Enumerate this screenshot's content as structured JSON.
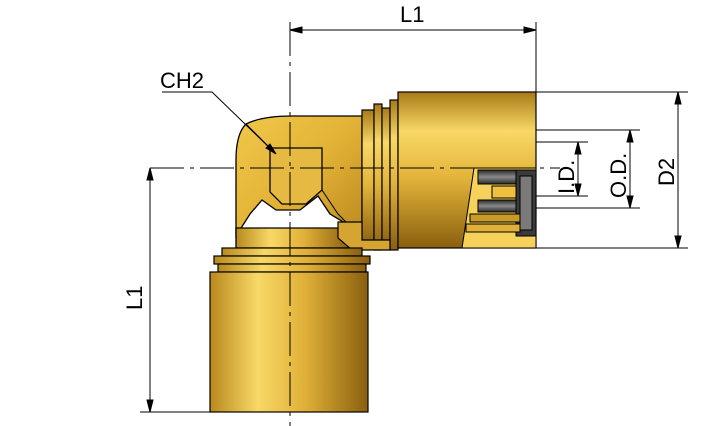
{
  "labels": {
    "length_top": "L1",
    "length_left": "L1",
    "hex_size": "CH2",
    "inner_diameter": "I.D.",
    "outer_diameter": "O.D.",
    "body_diameter": "D2"
  },
  "colors": {
    "brass_light": "#f6d25a",
    "brass_mid": "#d9a92c",
    "brass_dark": "#9c6e12",
    "outline": "#000000",
    "steel": "#5a5a5a"
  }
}
